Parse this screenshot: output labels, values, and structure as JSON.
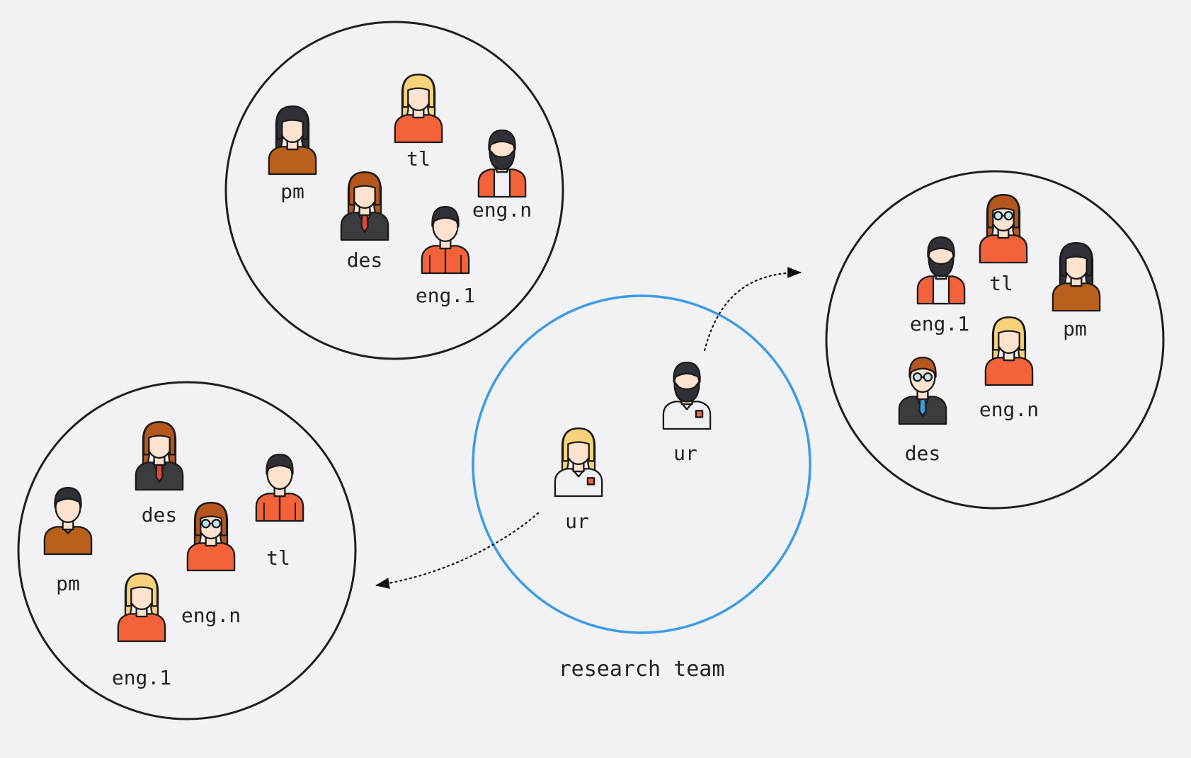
{
  "colors": {
    "background": "#f2f2f4",
    "team_outline": "#1f1f1f",
    "research_outline": "#3b9be6",
    "shirt_orange": "#f4623a",
    "shirt_brown": "#b8601c",
    "suit_dark": "#3a3c40",
    "skin": "#fde3cf",
    "hair_dark": "#2f3136",
    "hair_brown": "#b5561f",
    "hair_blonde": "#f8d27a",
    "shirt_white": "#eef0f4",
    "tie_blue": "#3ba0d8",
    "tie_red": "#e0453a"
  },
  "caption": "research team",
  "teams": [
    {
      "name": "team-top",
      "members": [
        {
          "label": "pm",
          "icon": "woman-dark-hair-brown-shirt-icon"
        },
        {
          "label": "tl",
          "icon": "woman-blonde-curly-orange-top-icon"
        },
        {
          "label": "des",
          "icon": "woman-brown-hair-suit-icon"
        },
        {
          "label": "eng.n",
          "icon": "man-beard-hoodie-icon"
        },
        {
          "label": "eng.1",
          "icon": "man-dark-hair-orange-jacket-icon"
        }
      ]
    },
    {
      "name": "team-right",
      "members": [
        {
          "label": "eng.1",
          "icon": "man-beard-hoodie-icon"
        },
        {
          "label": "tl",
          "icon": "woman-brown-hair-glasses-icon"
        },
        {
          "label": "pm",
          "icon": "woman-dark-hair-brown-shirt-icon"
        },
        {
          "label": "eng.n",
          "icon": "woman-blonde-orange-shirt-icon"
        },
        {
          "label": "des",
          "icon": "man-glasses-suit-icon"
        }
      ]
    },
    {
      "name": "team-left",
      "members": [
        {
          "label": "des",
          "icon": "woman-brown-hair-suit-icon"
        },
        {
          "label": "tl",
          "icon": "man-dark-hair-orange-jacket-icon"
        },
        {
          "label": "pm",
          "icon": "man-dark-hair-brown-shirt-icon"
        },
        {
          "label": "eng.n",
          "icon": "woman-brown-hair-glasses-icon"
        },
        {
          "label": "eng.1",
          "icon": "woman-blonde-orange-shirt-icon"
        }
      ]
    }
  ],
  "research": {
    "members": [
      {
        "label": "ur",
        "icon": "man-beard-white-shirt-icon"
      },
      {
        "label": "ur",
        "icon": "woman-blonde-white-shirt-icon"
      }
    ]
  }
}
